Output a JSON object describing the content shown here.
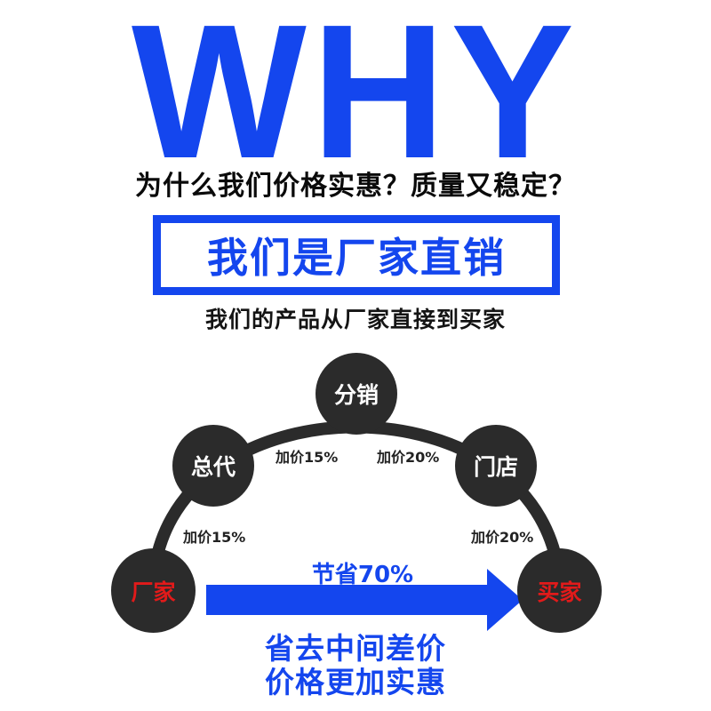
{
  "headline": "WHY",
  "question": "为什么我们价格实惠？质量又稳定？",
  "slogan": "我们是厂家直销",
  "subtitle": "我们的产品从厂家直接到买家",
  "chain": {
    "factory": "厂家",
    "general_agent": "总代",
    "distributor": "分销",
    "store": "门店",
    "buyer": "买家"
  },
  "markups": {
    "factory_to_agent": "加价15%",
    "agent_to_distributor": "加价15%",
    "distributor_to_store": "加价20%",
    "store_to_buyer": "加价20%"
  },
  "savings_label": "节省70%",
  "bottom": {
    "line1": "省去中间差价",
    "line2": "价格更加实惠"
  },
  "colors": {
    "brand_blue": "#1446ee",
    "circle_dark": "#2b2b2b",
    "highlight_red": "#e21a1a"
  }
}
